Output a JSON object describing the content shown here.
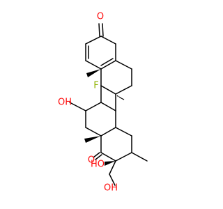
{
  "molecule": {
    "colors": {
      "bond": "#000000",
      "oxygen": "#ff0d0d",
      "fluorine": "#8fb300",
      "background": "#ffffff"
    },
    "atoms": {
      "oxo_top": "O",
      "hydroxy_c11": "OH",
      "fluoro": "F",
      "oxo_ring_d": "O",
      "hydroxy_ring_d": "HO",
      "hydroxymethyl": "OH"
    }
  }
}
